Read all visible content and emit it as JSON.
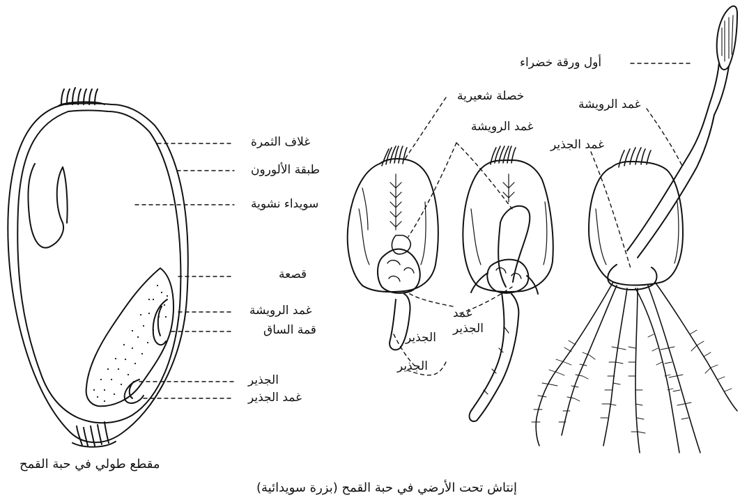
{
  "left_section": {
    "caption": "مقطع طولي في حبة القمح",
    "labels": {
      "pericarp": "غلاف الثمرة",
      "aleurone": "طبقة الألورون",
      "endosperm": "سويداء نشوية",
      "scutellum": "قصعة",
      "coleoptile": "غمد الرويشة",
      "shoot_apex": "قمة الساق",
      "radicle": "الجذير",
      "coleorhiza": "غمد الجذير"
    }
  },
  "right_section": {
    "caption": "إنتاش تحت الأرضي في حبة القمح (بزرة سويدائية)",
    "labels": {
      "first_leaf": "أول ورقة خضراء",
      "hair_tuft": "خصلة شعيرية",
      "coleoptile_top": "غمد الرويشة",
      "coleoptile_right": "غمد الرويشة",
      "coleorhiza_right": "غمد الجذير",
      "coleorhiza_mid_1": "غمد",
      "coleorhiza_mid_2": "الجذير",
      "radicle_lower": "الجذير",
      "radicle_bottom": "الجذير"
    }
  }
}
